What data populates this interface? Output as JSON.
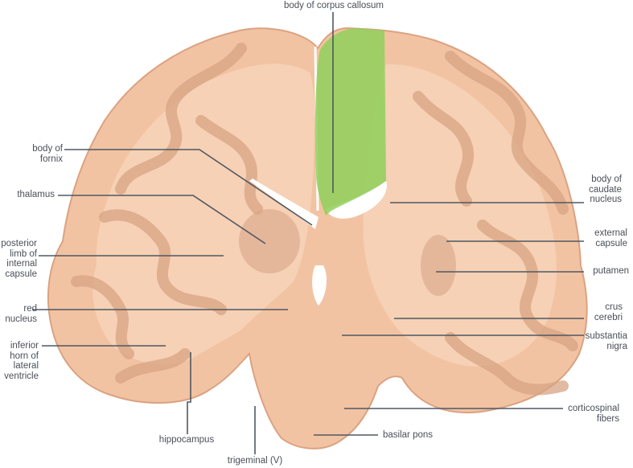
{
  "colors": {
    "tissue": "#f2c3a2",
    "tissue_shadow": "#dba282",
    "white_matter": "#f6d1b5",
    "gray_matter": "#d7a383",
    "highlight": "#8fd05a",
    "leader": "#4f5862",
    "label": "#4a4f58"
  },
  "labels": {
    "body_of_corpus_callosum": "body of corpus callosum",
    "body_of_fornix": "body of\nfornix",
    "thalamus": "thalamus",
    "posterior_limb": "posterior\nlimb of\ninternal\ncapsule",
    "red_nucleus": "red\nnucleus",
    "inferior_horn": "inferior\nhorn of\nlateral\nventricle",
    "hippocampus": "hippocampus",
    "trigeminal": "trigeminal (V)",
    "body_of_caudate": "body of\ncaudate\nnucleus",
    "external_capsule": "external\ncapsule",
    "putamen": "putamen",
    "crus_cerebri": "crus\ncerebri",
    "substantia_nigra": "substantia\nnigra",
    "corticospinal": "corticospinal\nfibers",
    "basilar_pons": "basilar pons"
  }
}
